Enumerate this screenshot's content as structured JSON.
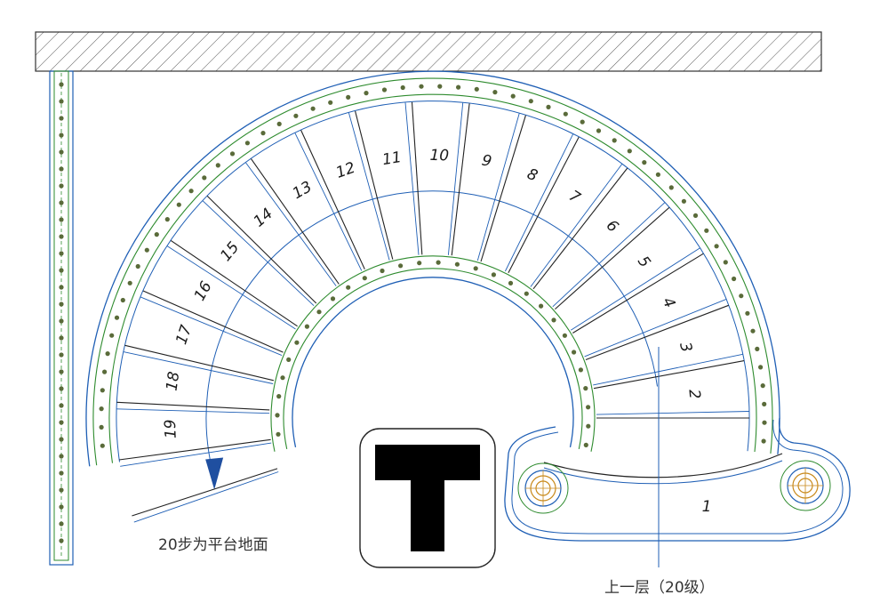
{
  "drawing": {
    "landing_note": "20步为平台地面",
    "upper_floor_note": "上一层（20级）",
    "step_labels": [
      "1",
      "2",
      "3",
      "4",
      "5",
      "6",
      "7",
      "8",
      "9",
      "10",
      "11",
      "12",
      "13",
      "14",
      "15",
      "16",
      "17",
      "18",
      "19"
    ],
    "colors": {
      "outline": "#1f5fb5",
      "rail": "#2e8b2e",
      "stroke": "#222222",
      "post": "#5a6b3a",
      "hatch": "#555555",
      "column_fill": "#000000",
      "anchor": "#c8891a"
    }
  }
}
